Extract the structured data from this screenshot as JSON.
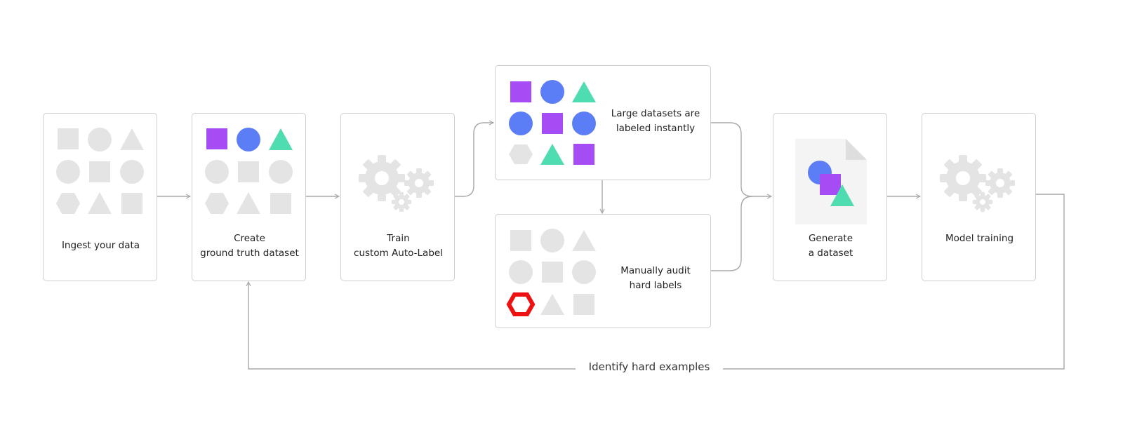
{
  "colors": {
    "purple": "#a64cf4",
    "blue": "#5b7df5",
    "teal": "#4fdcb1",
    "gray": "#e4e4e4",
    "red": "#ee1111",
    "line": "#a8a8a8",
    "border": "#cfcfcf"
  },
  "steps": {
    "ingest": {
      "lines": [
        "Ingest your data"
      ]
    },
    "ground_truth": {
      "lines": [
        "Create",
        "ground truth dataset"
      ]
    },
    "train": {
      "lines": [
        "Train",
        "custom Auto-Label"
      ]
    },
    "large": {
      "lines": [
        "Large datasets are",
        "labeled instantly"
      ]
    },
    "audit": {
      "lines": [
        "Manually audit",
        "hard labels"
      ]
    },
    "generate": {
      "lines": [
        "Generate",
        "a dataset"
      ]
    },
    "model": {
      "lines": [
        "Model training"
      ]
    }
  },
  "loop_label": "Identify hard examples",
  "icons": [
    "square-icon",
    "circle-icon",
    "triangle-icon",
    "hexagon-icon",
    "gear-icon",
    "document-icon"
  ]
}
